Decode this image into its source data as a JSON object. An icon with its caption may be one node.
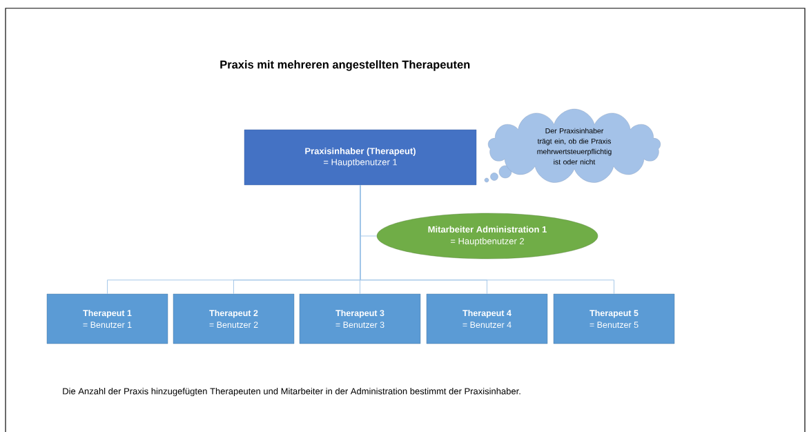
{
  "diagram": {
    "title": "Praxis mit mehreren angestellten Therapeuten",
    "caption": "Die Anzahl der Praxis hinzugefügten Therapeuten und Mitarbeiter in der Administration bestimmt der Praxisinhaber.",
    "nodes": [
      {
        "text": [
          "Praxisinhaber (Therapeut)",
          "= Hauptbenutzer 1"
        ]
      },
      {
        "text": [
          "Der Praxisinhaber trägt ein, ob die Praxis mehrwertsteuerpflichtig ist oder nicht"
        ]
      },
      {
        "text": [
          "Mitarbeiter Administration 1",
          "= Hauptbenutzer 2"
        ]
      },
      {
        "text": [
          "Therapeut 1",
          "= Benutzer 1"
        ]
      },
      {
        "text": [
          "Therapeut 2",
          "= Benutzer 2"
        ]
      },
      {
        "text": [
          "Therapeut 3",
          "= Benutzer 3"
        ]
      },
      {
        "text": [
          "Therapeut 4",
          "= Benutzer 4"
        ]
      },
      {
        "text": [
          "Therapeut 5",
          "= Benutzer 5"
        ]
      }
    ],
    "edges": [
      {
        "from": 0,
        "to": 2,
        "arrow": "none"
      },
      {
        "from": 0,
        "to": 3,
        "arrow": "none"
      },
      {
        "from": 0,
        "to": 4,
        "arrow": "none"
      },
      {
        "from": 0,
        "to": 5,
        "arrow": "none"
      },
      {
        "from": 0,
        "to": 6,
        "arrow": "none"
      },
      {
        "from": 0,
        "to": 7,
        "arrow": "none"
      }
    ]
  }
}
